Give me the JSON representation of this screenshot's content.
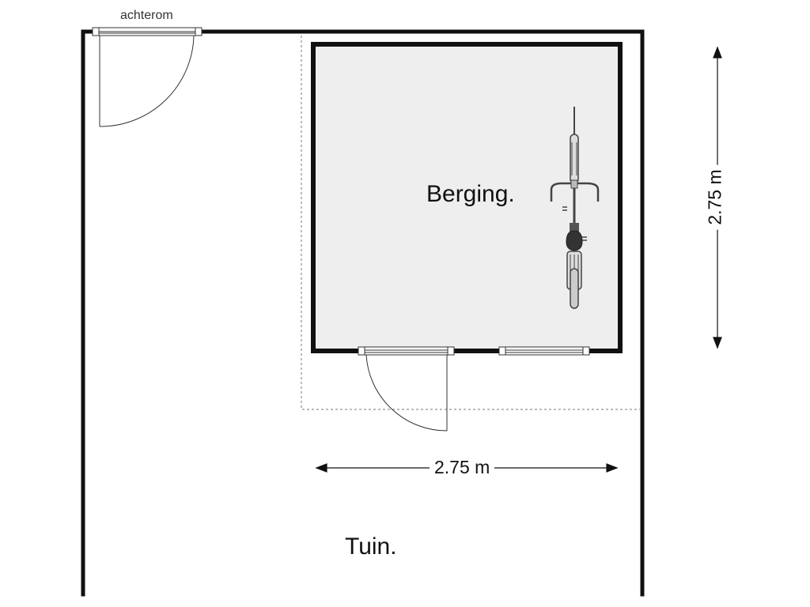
{
  "rooms": {
    "storage": "Berging.",
    "garden": "Tuin."
  },
  "labels": {
    "rear_passage": "achterom"
  },
  "dimensions": {
    "width": "2.75 m",
    "depth": "2.75 m"
  },
  "icons": {
    "bicycle": "bicycle-icon"
  },
  "colors": {
    "room_fill": "#eeeeee",
    "wall": "#111111"
  }
}
